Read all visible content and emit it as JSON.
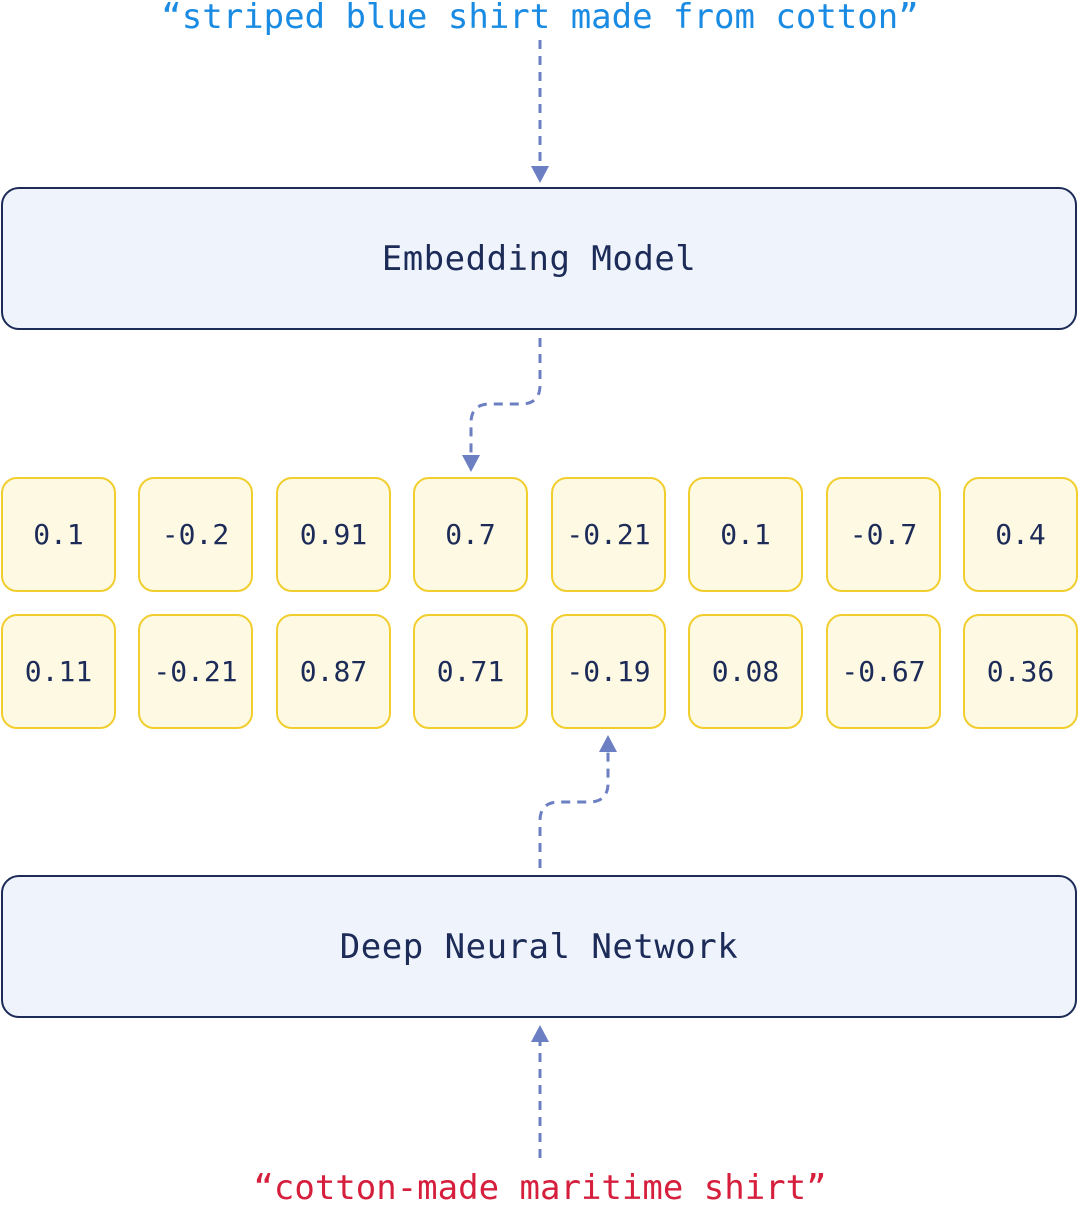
{
  "queries": {
    "top": "“striped blue shirt made from cotton”",
    "bottom": "“cotton-made maritime shirt”"
  },
  "models": {
    "embedding": "Embedding Model",
    "dnn": "Deep Neural Network"
  },
  "vectors": {
    "top": [
      "0.1",
      "-0.2",
      "0.91",
      "0.7",
      "-0.21",
      "0.1",
      "-0.7",
      "0.4"
    ],
    "bottom": [
      "0.11",
      "-0.21",
      "0.87",
      "0.71",
      "-0.19",
      "0.08",
      "-0.67",
      "0.36"
    ]
  },
  "colors": {
    "query_top": "#1a8be3",
    "query_bottom": "#d61f3c",
    "box_fill": "#eef3fc",
    "box_border": "#1c2b57",
    "cell_fill": "#fdf9e3",
    "cell_border": "#f1ce2d",
    "arrow": "#6b7fc2"
  }
}
